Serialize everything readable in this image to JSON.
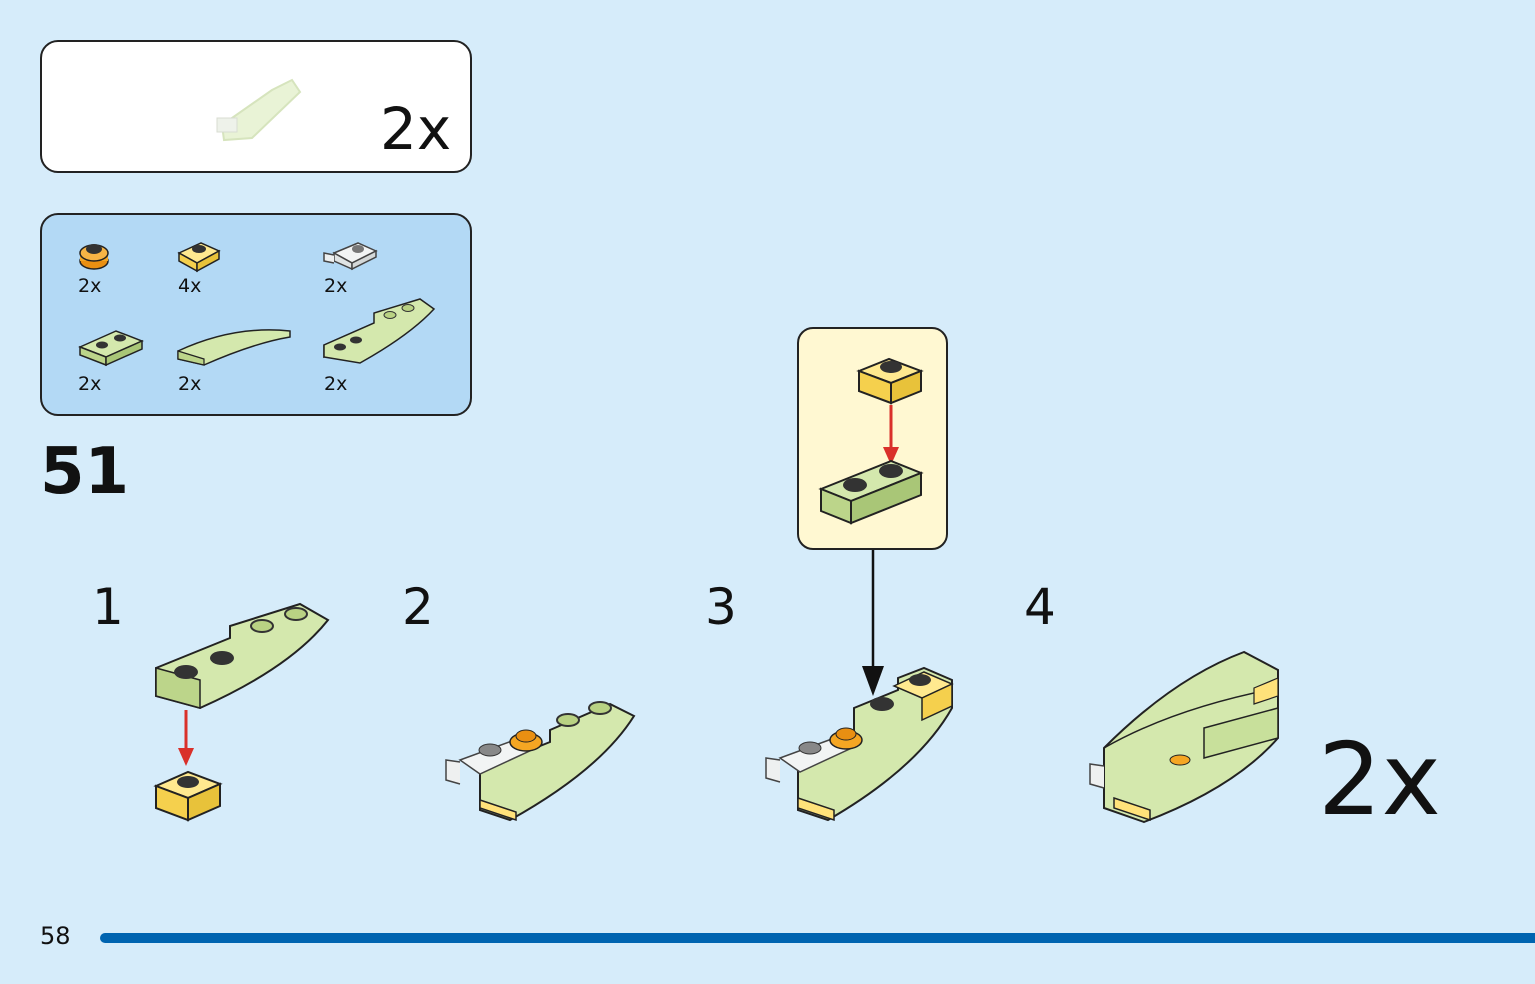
{
  "build_box": {
    "multiplier": "2x"
  },
  "parts": [
    {
      "name": "orange-round-plate",
      "count": "2x"
    },
    {
      "name": "yellow-plate-1x1",
      "count": "4x"
    },
    {
      "name": "clear-clip-plate",
      "count": "2x"
    },
    {
      "name": "lime-plate-1x2",
      "count": "2x"
    },
    {
      "name": "lime-curved-slope",
      "count": "2x"
    },
    {
      "name": "lime-wing-assembly",
      "count": "2x"
    }
  ],
  "step": {
    "number": "51"
  },
  "sub_steps": [
    "1",
    "2",
    "3",
    "4"
  ],
  "final_multiplier": "2x",
  "page": {
    "number": "58"
  },
  "colors": {
    "background": "#d6ecfa",
    "parts_panel": "#b3d9f5",
    "callout": "#fff8d2",
    "page_bar": "#0064b0",
    "lime": "#c8e09b",
    "yellow": "#ffe27a",
    "orange": "#f5a623",
    "arrow": "#d9302a"
  }
}
